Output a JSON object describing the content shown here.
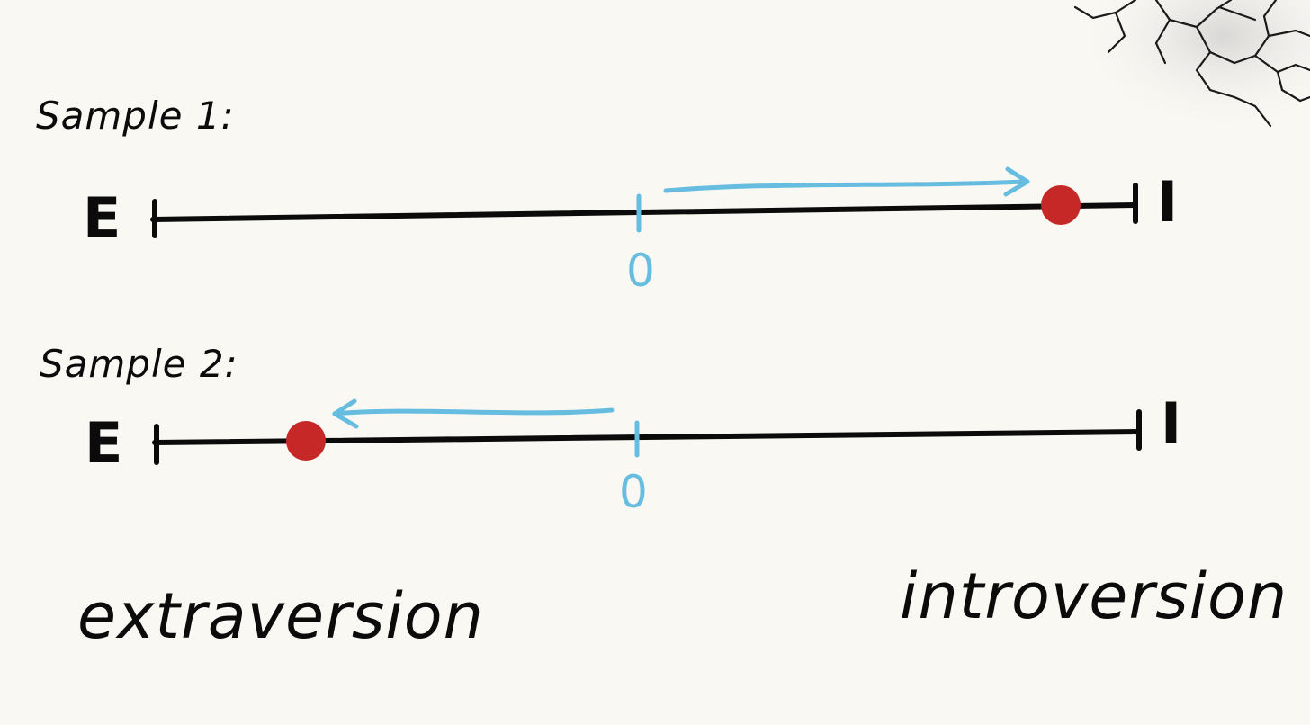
{
  "samples": [
    {
      "label": "Sample 1:",
      "left_end": "E",
      "right_end": "I",
      "zero_label": "0",
      "dot_color": "#c62828"
    },
    {
      "label": "Sample 2:",
      "left_end": "E",
      "right_end": "I",
      "zero_label": "0",
      "dot_color": "#c62828"
    }
  ],
  "traits": {
    "left": "extraversion",
    "right": "introversion"
  },
  "colors": {
    "background": "#faf8f3",
    "line": "#0b0b0b",
    "arrow": "#67bde0",
    "dot": "#c62828"
  }
}
